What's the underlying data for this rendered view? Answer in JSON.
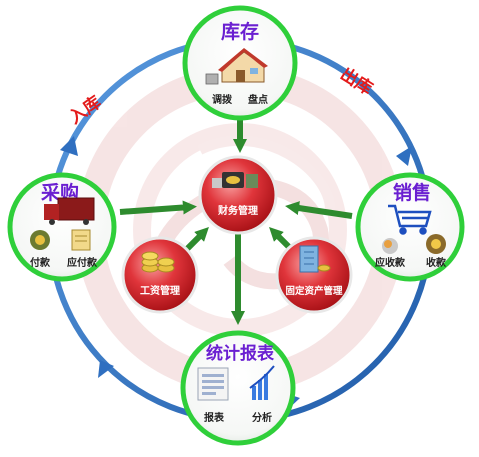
{
  "nodes": {
    "inventory": {
      "title": "库存",
      "sub_left": "调拨",
      "sub_right": "盘点"
    },
    "purchase": {
      "title": "采购",
      "sub_left": "付款",
      "sub_right": "应付款"
    },
    "sales": {
      "title": "销售",
      "sub_left": "应收款",
      "sub_right": "收款"
    },
    "reports": {
      "title": "统计报表",
      "sub_left": "报表",
      "sub_right": "分析"
    }
  },
  "hubs": {
    "finance": "财务管理",
    "payroll": "工资管理",
    "fixed_assets": "固定资产管理"
  },
  "flows": {
    "in": "入库",
    "out": "出库"
  },
  "colors": {
    "ring_blue": "#2f6fc0",
    "node_green": "#2fcf3a",
    "arrow_green": "#2e8b2e",
    "hub_red": "#c8161d",
    "title_purple": "#6a1fd1",
    "flow_red": "#e31b1b"
  }
}
